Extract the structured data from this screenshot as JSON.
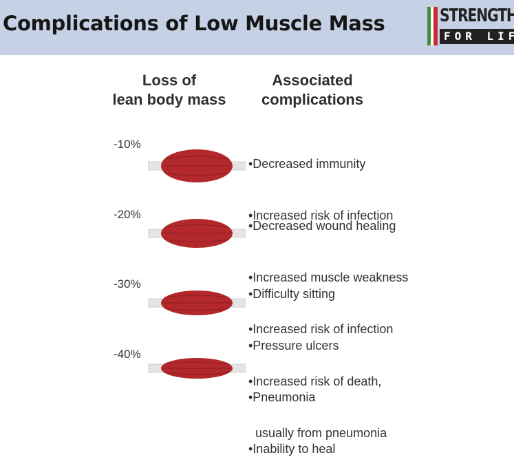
{
  "header": {
    "title": "Complications of Low Muscle Mass",
    "logo": {
      "line1": "STRENGTH",
      "line2": "FOR LIFE"
    }
  },
  "columns": {
    "left_heading": [
      "Loss of",
      "lean body mass"
    ],
    "right_heading": [
      "Associated",
      "complications"
    ]
  },
  "rows": [
    {
      "percent": "-10%",
      "complications": [
        "•Decreased immunity",
        "•Increased risk of infection"
      ]
    },
    {
      "percent": "-20%",
      "complications": [
        "•Decreased wound healing",
        "•Increased muscle weakness",
        "•Increased risk of infection"
      ]
    },
    {
      "percent": "-30%",
      "complications": [
        "•Difficulty sitting",
        "•Pressure ulcers",
        "•Pneumonia",
        "•Inability to heal"
      ]
    },
    {
      "percent": "-40%",
      "complications": [
        "•Increased risk of death,",
        "  usually from pneumonia"
      ]
    }
  ],
  "colors": {
    "header_bg": "#c6d1e6",
    "muscle": "#b2282b",
    "tendon": "#e4e4e4"
  }
}
